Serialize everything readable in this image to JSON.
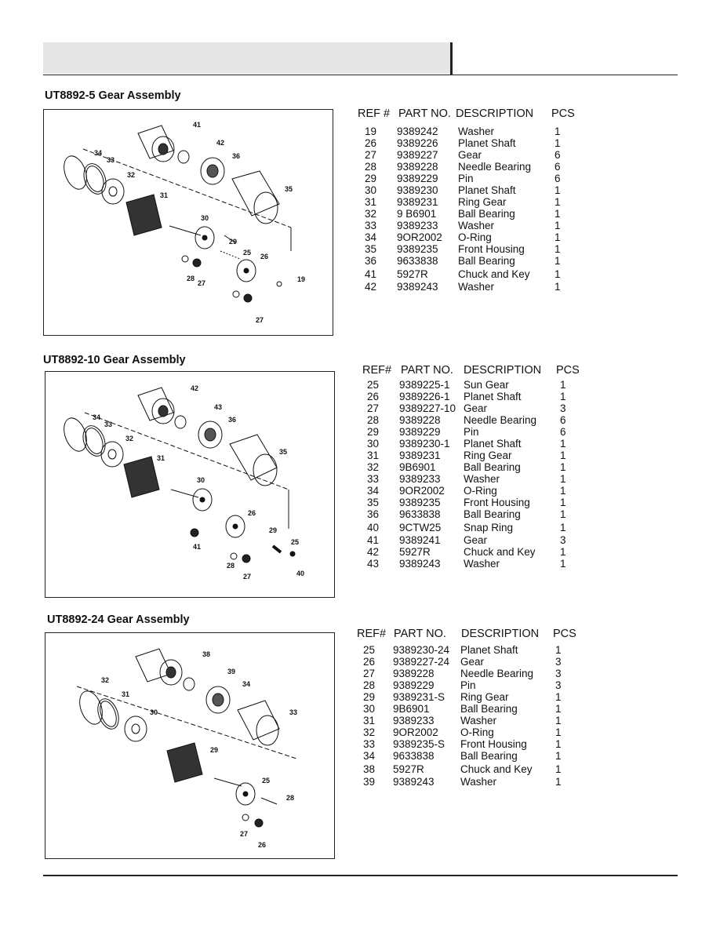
{
  "sections": [
    {
      "title": "UT8892-5 Gear Assembly",
      "headers": {
        "ref": "REF #",
        "part": "PART NO.",
        "desc": "DESCRIPTION",
        "pcs": "PCS"
      },
      "rows": [
        {
          "ref": "19",
          "part": "9389242",
          "desc": "Washer",
          "pcs": "1"
        },
        {
          "ref": "26",
          "part": "9389226",
          "desc": "Planet Shaft",
          "pcs": "1"
        },
        {
          "ref": "27",
          "part": "9389227",
          "desc": "Gear",
          "pcs": "6"
        },
        {
          "ref": "28",
          "part": "9389228",
          "desc": "Needle Bearing",
          "pcs": "6"
        },
        {
          "ref": "29",
          "part": "9389229",
          "desc": "Pin",
          "pcs": "6"
        },
        {
          "ref": "30",
          "part": "9389230",
          "desc": "Planet Shaft",
          "pcs": "1"
        },
        {
          "ref": "31",
          "part": "9389231",
          "desc": "Ring Gear",
          "pcs": "1"
        },
        {
          "ref": "32",
          "part": "9 B6901",
          "desc": "Ball Bearing",
          "pcs": "1"
        },
        {
          "ref": "33",
          "part": "9389233",
          "desc": "Washer",
          "pcs": "1"
        },
        {
          "ref": "34",
          "part": "9OR2002",
          "desc": "O-Ring",
          "pcs": "1"
        },
        {
          "ref": "35",
          "part": "9389235",
          "desc": "Front Housing",
          "pcs": "1"
        },
        {
          "ref": "36",
          "part": "9633838",
          "desc": "Ball Bearing",
          "pcs": "1"
        },
        {
          "ref": "41",
          "part": "5927R",
          "desc": "Chuck and Key",
          "pcs": "1"
        },
        {
          "ref": "42",
          "part": "9389243",
          "desc": "Washer",
          "pcs": "1"
        }
      ],
      "callouts": [
        "41",
        "42",
        "36",
        "34",
        "33",
        "32",
        "31",
        "35",
        "30",
        "29",
        "25",
        "26",
        "28",
        "27",
        "19",
        "27"
      ]
    },
    {
      "title": "UT8892-10 Gear Assembly",
      "headers": {
        "ref": "REF#",
        "part": "PART NO.",
        "desc": "DESCRIPTION",
        "pcs": "PCS"
      },
      "rows": [
        {
          "ref": "25",
          "part": "9389225-1",
          "desc": "Sun Gear",
          "pcs": "1"
        },
        {
          "ref": "26",
          "part": "9389226-1",
          "desc": "Planet Shaft",
          "pcs": "1"
        },
        {
          "ref": "27",
          "part": "9389227-10",
          "desc": "Gear",
          "pcs": "3"
        },
        {
          "ref": "28",
          "part": "9389228",
          "desc": "Needle Bearing",
          "pcs": "6"
        },
        {
          "ref": "29",
          "part": "9389229",
          "desc": "Pin",
          "pcs": "6"
        },
        {
          "ref": "30",
          "part": "9389230-1",
          "desc": "Planet Shaft",
          "pcs": "1"
        },
        {
          "ref": "31",
          "part": "9389231",
          "desc": "Ring Gear",
          "pcs": "1"
        },
        {
          "ref": "32",
          "part": "9B6901",
          "desc": "Ball Bearing",
          "pcs": "1"
        },
        {
          "ref": "33",
          "part": "9389233",
          "desc": "Washer",
          "pcs": "1"
        },
        {
          "ref": "34",
          "part": "9OR2002",
          "desc": "O-Ring",
          "pcs": "1"
        },
        {
          "ref": "35",
          "part": "9389235",
          "desc": "Front Housing",
          "pcs": "1"
        },
        {
          "ref": "36",
          "part": "9633838",
          "desc": "Ball Bearing",
          "pcs": "1"
        },
        {
          "ref": "40",
          "part": "9CTW25",
          "desc": "Snap Ring",
          "pcs": "1"
        },
        {
          "ref": "41",
          "part": "9389241",
          "desc": "Gear",
          "pcs": "3"
        },
        {
          "ref": "42",
          "part": "5927R",
          "desc": "Chuck and Key",
          "pcs": "1"
        },
        {
          "ref": "43",
          "part": "9389243",
          "desc": "Washer",
          "pcs": "1"
        }
      ],
      "callouts": [
        "42",
        "43",
        "36",
        "34",
        "33",
        "32",
        "31",
        "35",
        "30",
        "26",
        "29",
        "25",
        "41",
        "28",
        "27",
        "40"
      ]
    },
    {
      "title": "UT8892-24 Gear Assembly",
      "headers": {
        "ref": "REF#",
        "part": "PART NO.",
        "desc": "DESCRIPTION",
        "pcs": "PCS"
      },
      "rows": [
        {
          "ref": "25",
          "part": "9389230-24",
          "desc": "Planet Shaft",
          "pcs": "1"
        },
        {
          "ref": "26",
          "part": "9389227-24",
          "desc": "Gear",
          "pcs": "3"
        },
        {
          "ref": "27",
          "part": "9389228",
          "desc": "Needle Bearing",
          "pcs": "3"
        },
        {
          "ref": "28",
          "part": "9389229",
          "desc": "Pin",
          "pcs": "3"
        },
        {
          "ref": "29",
          "part": "9389231-S",
          "desc": "Ring Gear",
          "pcs": "1"
        },
        {
          "ref": "30",
          "part": "9B6901",
          "desc": "Ball Bearing",
          "pcs": "1"
        },
        {
          "ref": "31",
          "part": "9389233",
          "desc": "Washer",
          "pcs": "1"
        },
        {
          "ref": "32",
          "part": "9OR2002",
          "desc": "O-Ring",
          "pcs": "1"
        },
        {
          "ref": "33",
          "part": "9389235-S",
          "desc": "Front Housing",
          "pcs": "1"
        },
        {
          "ref": "34",
          "part": "9633838",
          "desc": "Ball Bearing",
          "pcs": "1"
        },
        {
          "ref": "38",
          "part": "5927R",
          "desc": "Chuck and Key",
          "pcs": "1"
        },
        {
          "ref": "39",
          "part": "9389243",
          "desc": "Washer",
          "pcs": "1"
        }
      ],
      "callouts": [
        "38",
        "39",
        "34",
        "32",
        "31",
        "30",
        "33",
        "29",
        "25",
        "28",
        "27",
        "26"
      ]
    }
  ]
}
